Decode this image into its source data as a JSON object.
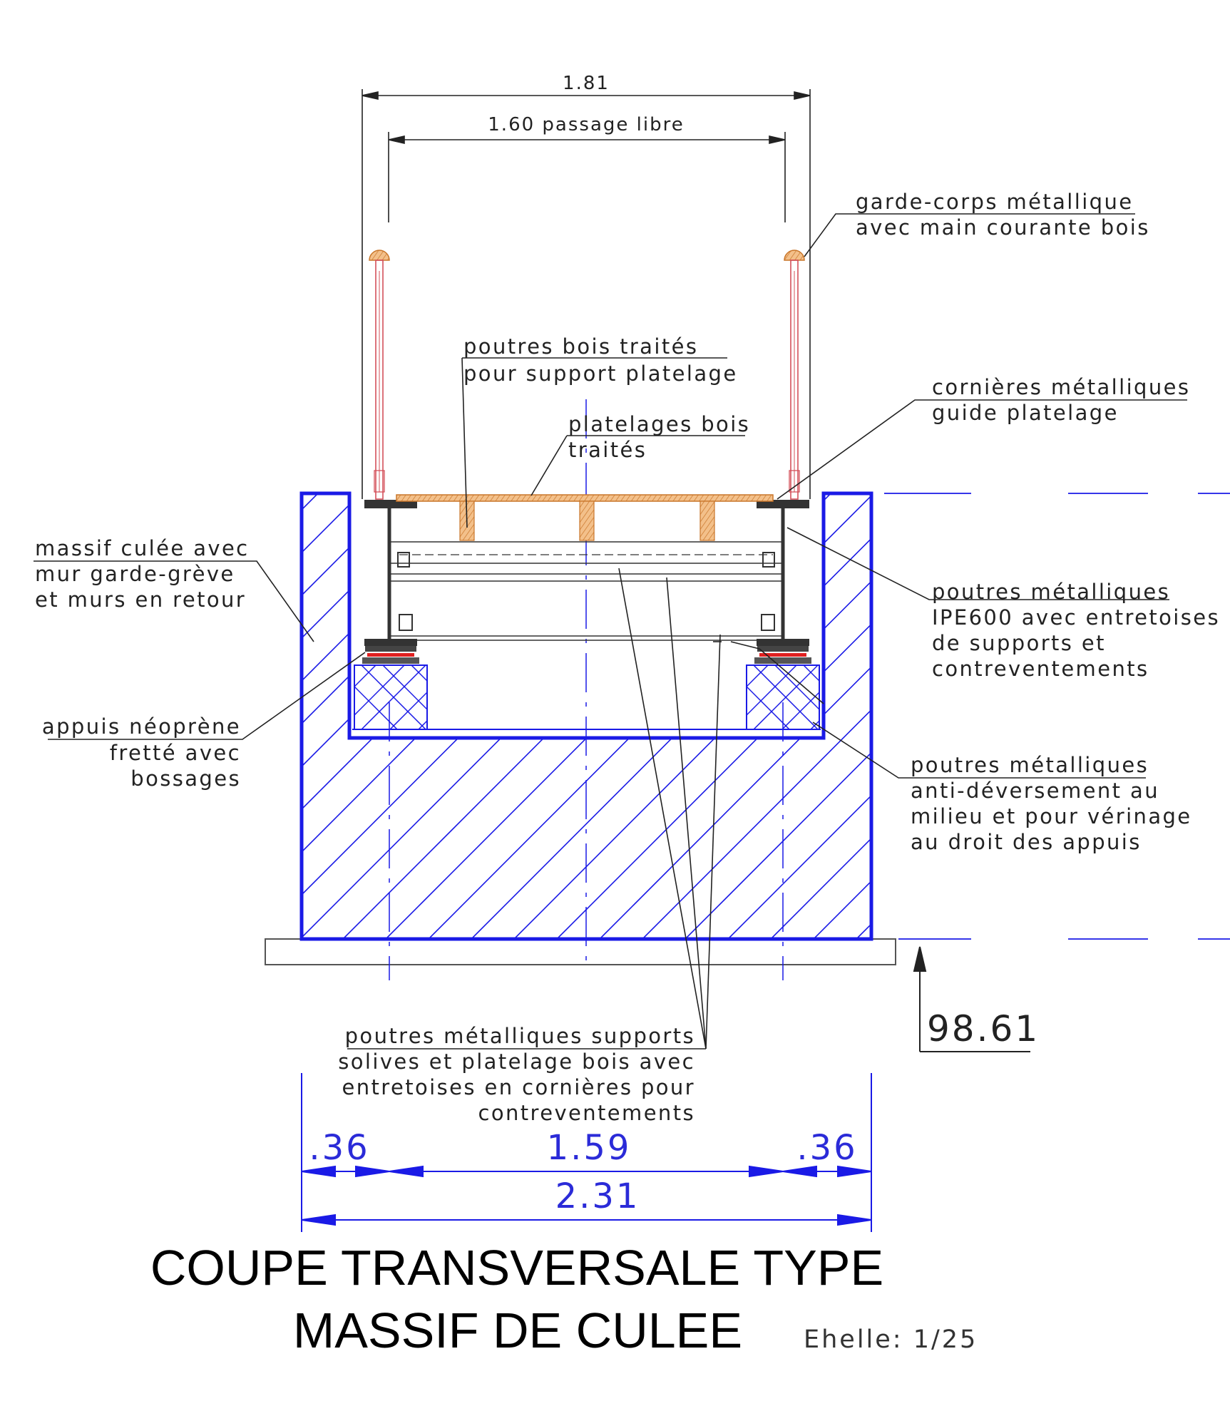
{
  "dimensions": {
    "overall_top": "1.81",
    "clear_passage": "1.60 passage libre",
    "left_wall": ".36",
    "center_span": "1.59",
    "right_wall": ".36",
    "overall_bottom": "2.31",
    "level": "98.61"
  },
  "labels": {
    "garde_corps": [
      "garde-corps métallique",
      "avec main courante bois"
    ],
    "poutres_bois": [
      "poutres bois traités",
      "pour support platelage"
    ],
    "platelages": [
      "platelages bois",
      "traités"
    ],
    "cornieres": [
      "cornières métalliques",
      "guide platelage"
    ],
    "massif": [
      "massif culée avec",
      "mur garde-grève",
      "et murs en retour"
    ],
    "poutres_ipe": [
      "poutres métalliques",
      "IPE600 avec entretoises",
      "de supports et",
      "contreventements"
    ],
    "appuis": [
      "appuis néoprène",
      "fretté avec",
      "bossages"
    ],
    "anti_deversement": [
      "poutres métalliques",
      "anti-déversement au",
      "milieu et pour vérinage",
      "au droit des appuis"
    ],
    "supports_solives": [
      "poutres métalliques supports",
      "solives et platelage bois avec",
      "entretoises en cornières pour",
      "contreventements"
    ]
  },
  "title": {
    "line1": "COUPE TRANSVERSALE TYPE",
    "line2": "MASSIF DE CULEE",
    "scale": "Ehelle:  1/25"
  },
  "colors": {
    "concrete_outline": "#1a1ae6",
    "dim_blue": "#2b2bd8",
    "timber": "#d98a3a",
    "railing": "#d4505a",
    "neoprene": "#e02020",
    "ink": "#222222"
  }
}
